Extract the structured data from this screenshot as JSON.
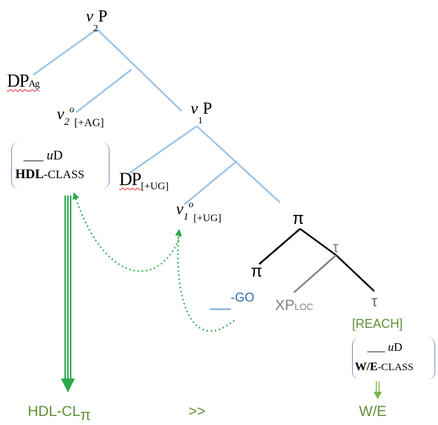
{
  "nodes": {
    "v2p": {
      "v": "v",
      "idx": "2",
      "P": "P"
    },
    "dp_ag": {
      "DP": "DP",
      "sub": "Ag"
    },
    "v2o": {
      "v": "v",
      "idx": "2",
      "sup": "o",
      "feat": "[+AG]"
    },
    "v1p": {
      "v": "v",
      "idx": "1",
      "P": "P"
    },
    "dp_ug": {
      "DP": "DP",
      "feat": "[+UG]"
    },
    "v1o": {
      "v": "v",
      "idx": "1",
      "sup": "o",
      "feat": "[+UG]"
    },
    "pi_top": "π",
    "pi_left": "π",
    "tau_mid": "τ",
    "tau_right": "τ",
    "go": {
      "blank": "___",
      "suffix": "-GO"
    },
    "xploc": {
      "XP": "XP",
      "sub": "LOC"
    },
    "reach": "[REACH]"
  },
  "box_hdl": {
    "blank": "___",
    "uD_u": "u",
    "uD_D": "D",
    "bold": "HDL",
    "rest": "-CLASS"
  },
  "box_we": {
    "blank": "___",
    "uD_u": "u",
    "uD_D": "D",
    "bold": "W/E",
    "rest": "-CLASS"
  },
  "bottom": {
    "hdl": "HDL-CL",
    "hdl_sub": "π",
    "gtgt": ">>",
    "we": "W/E"
  },
  "colors": {
    "tree_blue": "#9dc3e6",
    "black": "#000000",
    "gray": "#7f7f7f",
    "green": "#3aa34a",
    "go_blue": "#2f6fb6",
    "box_border": "#6c8ebf",
    "green_text": "#5e8f35"
  }
}
